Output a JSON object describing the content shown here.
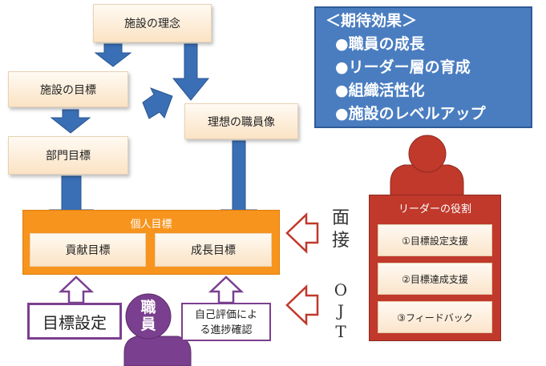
{
  "boxes": {
    "philosophy": "施設の理念",
    "facility_goal": "施設の目標",
    "dept_goal": "部門目標",
    "ideal_staff": "理想の職員像"
  },
  "expected_effects": {
    "title": "＜期待効果＞",
    "items": [
      "●職員の成長",
      "●リーダー層の育成",
      "●組織活性化",
      "●施設のレベルアップ"
    ]
  },
  "individual_goals": {
    "title": "個人目標",
    "contribution": "貢献目標",
    "growth": "成長目標"
  },
  "leader": {
    "title": "リーダーの役割",
    "roles": [
      "①目標設定支援",
      "②目標達成支援",
      "③フィードバック"
    ]
  },
  "interview": [
    "面",
    "接"
  ],
  "ojt": [
    "O",
    "J",
    "T"
  ],
  "goal_setting": "目標設定",
  "staff": [
    "職",
    "員"
  ],
  "self_eval": [
    "自己評価によ",
    "る進捗確認"
  ],
  "colors": {
    "arrow_blue": "#3a6fb5",
    "orange": "#f7941d",
    "red": "#c0392b",
    "purple": "#7b3f8f",
    "blue_panel": "#4a7dc0"
  }
}
